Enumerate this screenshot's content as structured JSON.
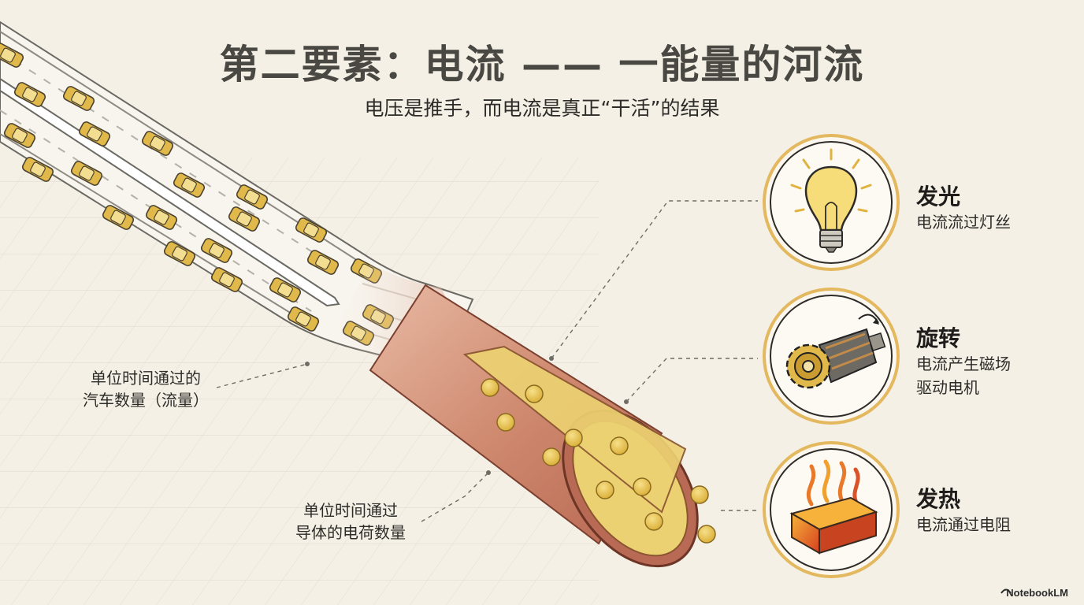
{
  "header": {
    "title": "第二要素：电流 —— 一能量的河流",
    "subtitle": "电压是推手，而电流是真正“干活”的结果"
  },
  "analogy": {
    "traffic_label_line1": "单位时间通过的",
    "traffic_label_line2": "汽车数量（流量）",
    "wire_label_line1": "单位时间通过",
    "wire_label_line2": "导体的电荷数量"
  },
  "effects": [
    {
      "title": "发光",
      "desc": [
        "电流流过灯丝"
      ],
      "icon": "lightbulb-icon"
    },
    {
      "title": "旋转",
      "desc": [
        "电流产生磁场",
        "驱动电机"
      ],
      "icon": "motor-icon"
    },
    {
      "title": "发热",
      "desc": [
        "电流通过电阻"
      ],
      "icon": "heat-icon"
    }
  ],
  "brand": "NotebookLM",
  "colors": {
    "background": "#f4f0e6",
    "car": "#e0b94a",
    "copper": "#c97a62",
    "charge": "#e3c04a",
    "ring": "#e3b85e"
  }
}
